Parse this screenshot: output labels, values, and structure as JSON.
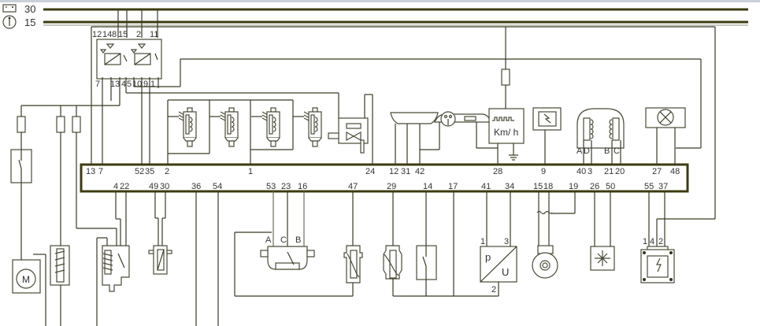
{
  "diagram": {
    "type": "automotive-wiring-diagram",
    "supply_lines": [
      {
        "id": "30",
        "label": "30",
        "icon": "battery-icon"
      },
      {
        "id": "15",
        "label": "15",
        "icon": "ignition-key-icon"
      }
    ],
    "relay_module": {
      "top_pins": [
        "12",
        "14",
        "8",
        "15",
        "2",
        "11"
      ],
      "bottom_pins": [
        "7",
        "13",
        "4",
        "5",
        "10",
        "9",
        "1"
      ]
    },
    "ecu": {
      "top_pins": [
        "13",
        "7",
        "52",
        "35",
        "2",
        "1",
        "24",
        "12",
        "31",
        "42",
        "28",
        "9",
        "40",
        "3",
        "21",
        "20",
        "27",
        "48"
      ],
      "bottom_pins": [
        "4",
        "22",
        "49",
        "30",
        "36",
        "54",
        "53",
        "23",
        "16",
        "47",
        "29",
        "14",
        "17",
        "41",
        "34",
        "15",
        "18",
        "19",
        "26",
        "50",
        "55",
        "37"
      ]
    },
    "components": {
      "injectors": {
        "count": 4,
        "icon": "fuel-injector-icon"
      },
      "idle_valve": {
        "icon": "idle-speed-valve-icon"
      },
      "diagnostic_plug": {
        "icon": "diagnostic-connector-icon"
      },
      "instrument_cluster": {
        "icon": "instrument-cluster-icon"
      },
      "speed_sensor": {
        "label": "Km/ h",
        "icon": "vehicle-speed-sensor-icon"
      },
      "engine_warning_lamp": {
        "icon": "check-engine-icon"
      },
      "ignition_coils": {
        "pin_labels": [
          "A",
          "D",
          "B",
          "C"
        ],
        "icon": "ignition-coil-icon"
      },
      "immobilizer": {
        "icon": "immobilizer-icon"
      },
      "fuel_pump": {
        "label": "M",
        "icon": "fuel-pump-motor-icon"
      },
      "throttle_pot": {
        "pin_labels": [
          "A",
          "C",
          "B"
        ],
        "icon": "throttle-potentiometer-icon"
      },
      "air_temp_sensor": {
        "icon": "air-temperature-sensor-icon"
      },
      "coolant_temp_sensor": {
        "icon": "coolant-temperature-sensor-icon"
      },
      "pressure_switch": {
        "icon": "pressure-switch-icon"
      },
      "map_sensor": {
        "labels": [
          "p",
          "U"
        ],
        "pins": [
          "1",
          "3",
          "2"
        ],
        "icon": "map-sensor-icon"
      },
      "crank_sensor": {
        "icon": "crankshaft-sensor-icon"
      },
      "ac_compressor": {
        "icon": "ac-compressor-icon"
      },
      "knock_sensor": {
        "pins": [
          "1",
          "4",
          "2"
        ],
        "icon": "knock-sensor-icon"
      },
      "lambda_sensor": {
        "icon": "lambda-sensor-icon"
      },
      "canister_valve": {
        "icon": "canister-purge-valve-icon"
      }
    }
  }
}
